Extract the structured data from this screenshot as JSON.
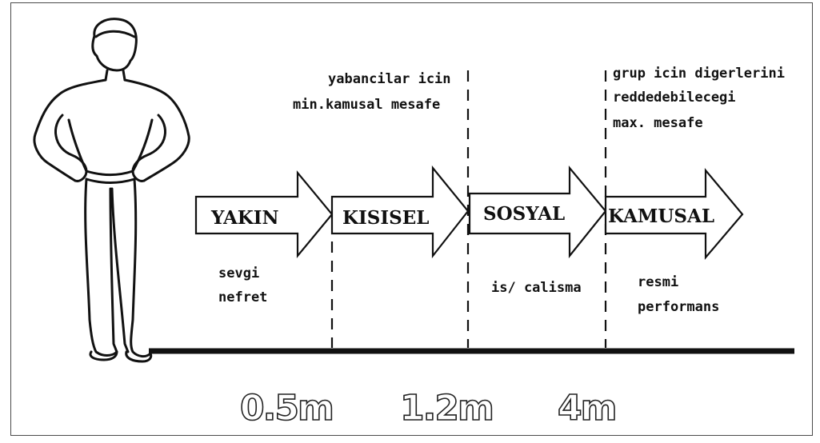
{
  "zones": [
    {
      "label": "YAKIN"
    },
    {
      "label": "KISISEL"
    },
    {
      "label": "SOSYAL"
    },
    {
      "label": "KAMUSAL"
    }
  ],
  "annotations": {
    "strangers_line1": "yabancilar icin",
    "strangers_line2": "min.kamusal mesafe",
    "group_line1": "grup icin digerlerini",
    "group_line2": "reddedebilecegi",
    "group_line3": "max. mesafe",
    "intimate_line1": "sevgi",
    "intimate_line2": "nefret",
    "social_line1": "is/ calisma",
    "public_line1": "resmi",
    "public_line2": "performans"
  },
  "distances": [
    "0.5m",
    "1.2m",
    "4m"
  ],
  "colors": {
    "ink": "#111111",
    "ground_line": "#111111",
    "background": "#ffffff",
    "frame": "#4a4a4a"
  },
  "icons": {
    "person": "standing-person-outline-icon"
  }
}
